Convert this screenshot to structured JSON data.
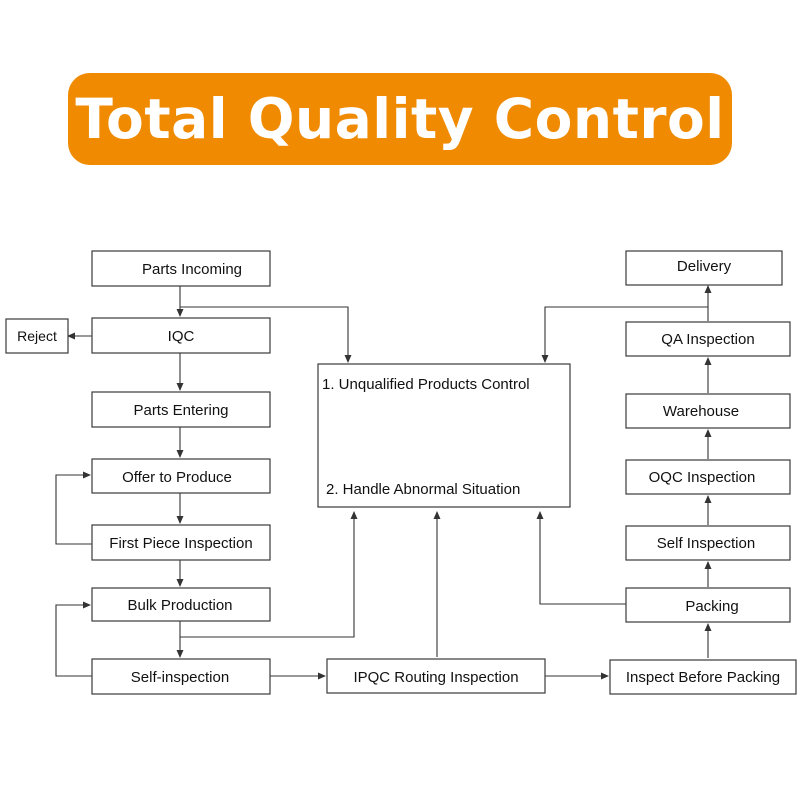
{
  "title": "Total Quality Control",
  "colors": {
    "banner": "#f08a00",
    "banner_text": "#ffffff",
    "line": "#333333"
  },
  "nodes": {
    "parts_incoming": "Parts Incoming",
    "iqc": "IQC",
    "reject": "Reject",
    "parts_entering": "Parts Entering",
    "offer_to_produce": "Offer to Produce",
    "first_piece_inspection": "First Piece Inspection",
    "bulk_production": "Bulk Production",
    "self_inspection_left": "Self-inspection",
    "ipqc_routing_inspection": "IPQC Routing Inspection",
    "inspect_before_packing": "Inspect Before Packing",
    "packing": "Packing",
    "self_inspection_right": "Self Inspection",
    "oqc_inspection": "OQC Inspection",
    "warehouse": "Warehouse",
    "qa_inspection": "QA Inspection",
    "delivery": "Delivery"
  },
  "control_box": {
    "line1": "1. Unqualified Products Control",
    "line2": "2. Handle Abnormal Situation"
  }
}
